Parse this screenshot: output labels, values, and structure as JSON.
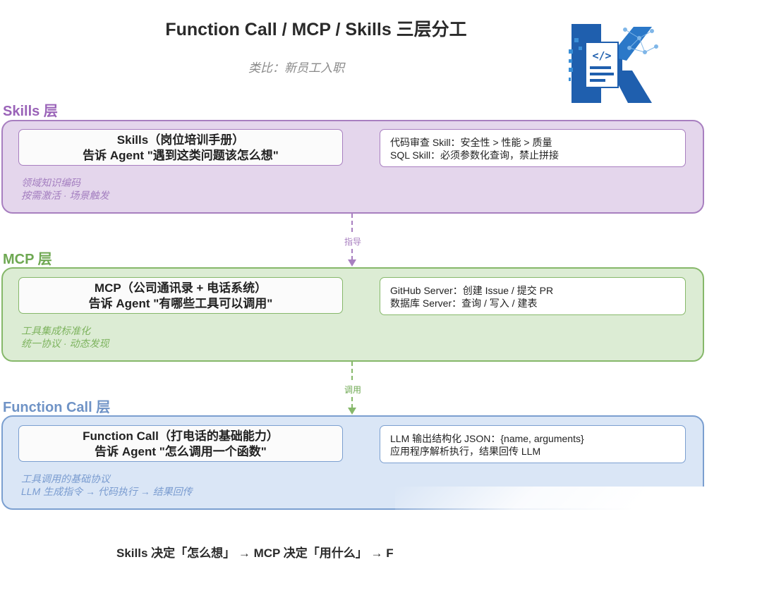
{
  "header": {
    "title": "Function Call / MCP / Skills 三层分工",
    "subtitle": "类比：新员工入职"
  },
  "colors": {
    "skills_border": "#a87fc0",
    "skills_fill": "#e4d6ec",
    "skills_text": "#9a63b8",
    "mcp_border": "#86b86a",
    "mcp_fill": "#dcecd4",
    "mcp_text": "#6ea852",
    "fc_border": "#7b9fd0",
    "fc_fill": "#dae6f6",
    "fc_text": "#6f93c6"
  },
  "layers": {
    "skills": {
      "label": "Skills 层",
      "main_line1": "Skills（岗位培训手册）",
      "main_line2": "告诉 Agent \"遇到这类问题该怎么想\"",
      "detail_line1": "代码审查 Skill：安全性 > 性能 > 质量",
      "detail_line2": "SQL Skill：必须参数化查询，禁止拼接",
      "note_line1": "领域知识编码",
      "note_line2": "按需激活 · 场景触发"
    },
    "mcp": {
      "label": "MCP 层",
      "main_line1": "MCP（公司通讯录 + 电话系统）",
      "main_line2": "告诉 Agent \"有哪些工具可以调用\"",
      "detail_line1": "GitHub Server：创建 Issue / 提交 PR",
      "detail_line2": "数据库 Server：查询 / 写入 / 建表",
      "note_line1": "工具集成标准化",
      "note_line2": "统一协议 · 动态发现"
    },
    "function_call": {
      "label": "Function Call 层",
      "main_line1": "Function Call（打电话的基础能力）",
      "main_line2": "告诉 Agent \"怎么调用一个函数\"",
      "detail_line1": "LLM 输出结构化 JSON：{name, arguments}",
      "detail_line2": "应用程序解析执行，结果回传 LLM",
      "note_line1": "工具调用的基础协议",
      "note_line2": "LLM 生成指令 → 代码执行 → 结果回传"
    }
  },
  "connectors": {
    "skills_to_mcp": "指导",
    "mcp_to_fc": "调用"
  },
  "footer": {
    "text": "Skills 决定「怎么想」 → MCP 决定「用什么」 → F"
  },
  "logo": {
    "icon": "knowledge-k-logo-icon",
    "glyph": "</>"
  }
}
